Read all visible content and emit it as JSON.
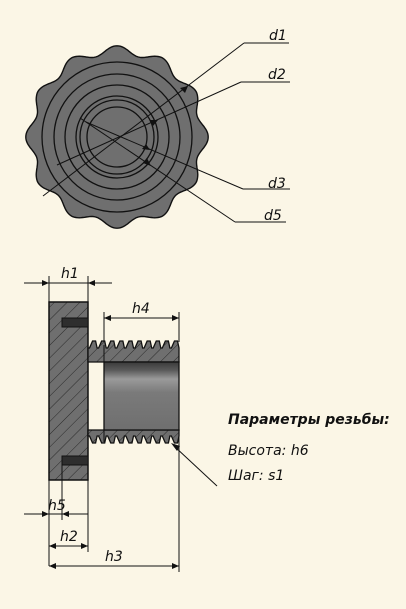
{
  "front_view": {
    "labels": [
      "d1",
      "d2",
      "d3",
      "d5"
    ]
  },
  "section_view": {
    "labels": [
      "h1",
      "h4",
      "h5",
      "h2",
      "h3"
    ]
  },
  "thread_note": {
    "title": "Параметры резьбы:",
    "height": "Высота: h6",
    "pitch": "Шаг: s1"
  },
  "colors": {
    "background": "#fbf6e6",
    "body_fill": "#6f6f6f",
    "line": "#111111"
  }
}
